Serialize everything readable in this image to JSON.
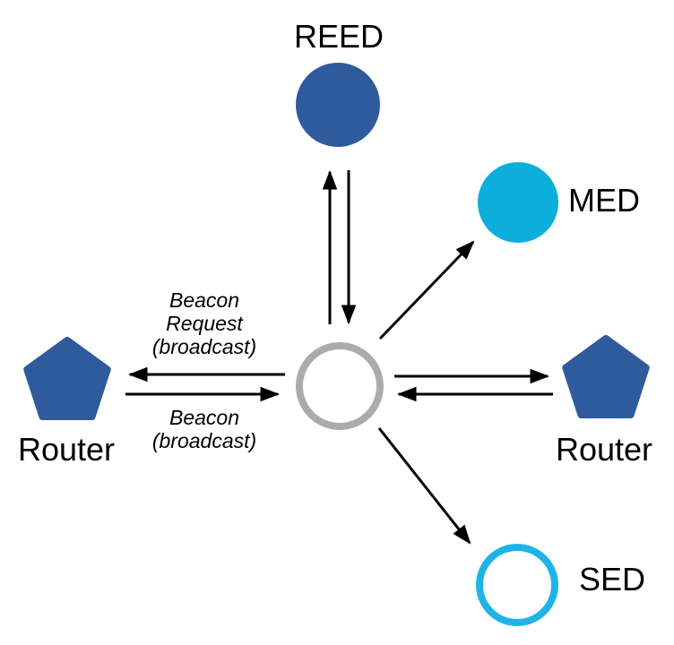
{
  "canvas": {
    "background": "#ffffff"
  },
  "colors": {
    "dark_blue": "#2F5B9D",
    "cyan_fill": "#0CAFDC",
    "cyan_outline": "#1FB4E7",
    "gray_outline": "#ABABAB",
    "arrow": "#000000",
    "text": "#000000"
  },
  "nodes": {
    "reed": {
      "label": "REED",
      "shape": "circle",
      "fill": "#2F5B9D"
    },
    "med": {
      "label": "MED",
      "shape": "circle",
      "fill": "#0CAFDC"
    },
    "center": {
      "shape": "circle",
      "fill": "#FFFFFF",
      "stroke": "#ABABAB"
    },
    "router_left": {
      "label": "Router",
      "shape": "pentagon",
      "fill": "#2F5B9D"
    },
    "router_right": {
      "label": "Router",
      "shape": "pentagon",
      "fill": "#2F5B9D"
    },
    "sed": {
      "label": "SED",
      "shape": "circle",
      "fill": "#FFFFFF",
      "stroke": "#1FB4E7"
    }
  },
  "edges": {
    "beacon_request_label": [
      "Beacon",
      "Request",
      "(broadcast)"
    ],
    "beacon_response_label": [
      "Beacon",
      "(broadcast)"
    ],
    "arrow_color": "#000000"
  }
}
